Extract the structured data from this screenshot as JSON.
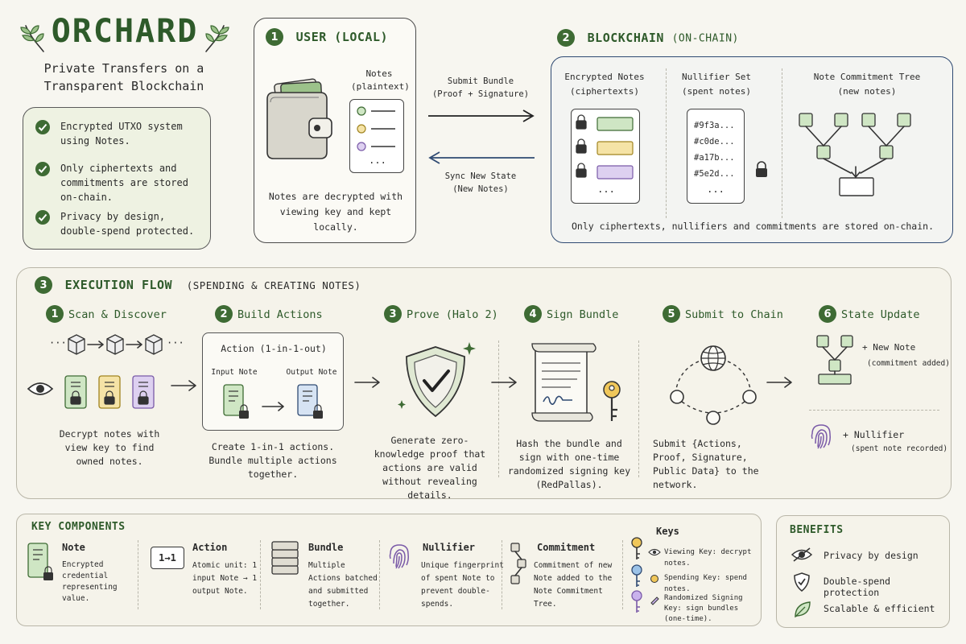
{
  "title": {
    "name": "ORCHARD",
    "subtitle_1": "Private Transfers on a",
    "subtitle_2": "Transparent Blockchain"
  },
  "features": [
    "Encrypted UTXO system using Notes.",
    "Only ciphertexts and commitments are stored on-chain.",
    "Privacy by design, double-spend protected."
  ],
  "user": {
    "num": "1",
    "label": "USER (LOCAL)",
    "notes_1": "Notes",
    "notes_2": "(plaintext)",
    "ellipsis": "...",
    "caption": "Notes are decrypted with viewing key and kept locally."
  },
  "arrows": {
    "submit_1": "Submit Bundle",
    "submit_2": "(Proof + Signature)",
    "sync_1": "Sync New State",
    "sync_2": "(New Notes)"
  },
  "chain": {
    "num": "2",
    "label": "BLOCKCHAIN",
    "label_paren": "(ON-CHAIN)",
    "enc_1": "Encrypted Notes",
    "enc_2": "(ciphertexts)",
    "null_1": "Nullifier Set",
    "null_2": "(spent notes)",
    "nullifiers": [
      "#9f3a...",
      "#c0de...",
      "#a17b...",
      "#5e2d..."
    ],
    "tree_1": "Note Commitment Tree",
    "tree_2": "(new notes)",
    "ellipsis": "...",
    "caption": "Only ciphertexts, nullifiers and commitments are stored on-chain."
  },
  "flow": {
    "num": "3",
    "label": "EXECUTION FLOW",
    "label_paren": "(SPENDING & CREATING NOTES)",
    "steps": [
      {
        "num": "1",
        "title": "Scan & Discover",
        "desc": "Decrypt notes with view key to find owned notes."
      },
      {
        "num": "2",
        "title": "Build Actions",
        "desc": "Create 1-in-1 actions. Bundle multiple actions together."
      },
      {
        "num": "3",
        "title": "Prove (Halo 2)",
        "desc": "Generate zero-knowledge proof that actions are valid without revealing details."
      },
      {
        "num": "4",
        "title": "Sign Bundle",
        "desc": "Hash the bundle and sign with one-time randomized signing key (RedPallas)."
      },
      {
        "num": "5",
        "title": "Submit to Chain",
        "desc": "Submit {Actions, Proof, Signature, Public Data} to the network."
      },
      {
        "num": "6",
        "title": "State Update",
        "desc": ""
      }
    ],
    "action_title": "Action (1-in-1-out)",
    "input_note": "Input Note",
    "output_note": "Output Note",
    "chain_dots_left": "···",
    "chain_dots_right": "···",
    "new_note": "+ New Note",
    "new_note_sub": "(commitment added)",
    "nullifier": "+ Nullifier",
    "nullifier_sub": "(spent note recorded)"
  },
  "components": {
    "label": "KEY COMPONENTS",
    "items": [
      {
        "name": "Note",
        "desc": "Encrypted credential representing value."
      },
      {
        "name": "Action",
        "icon_text": "1→1",
        "desc": "Atomic unit: 1 input Note → 1 output Note."
      },
      {
        "name": "Bundle",
        "desc": "Multiple Actions batched and submitted together."
      },
      {
        "name": "Nullifier",
        "desc": "Unique fingerprint of spent Note to prevent double-spends."
      },
      {
        "name": "Commitment",
        "desc": "Commitment of new Note added to the Note Commitment Tree."
      }
    ],
    "keys_label": "Keys",
    "keys": [
      "Viewing Key: decrypt notes.",
      "Spending Key: spend notes.",
      "Randomized Signing Key: sign bundles (one-time)."
    ]
  },
  "benefits": {
    "label": "BENEFITS",
    "items": [
      "Privacy by design",
      "Double-spend protection",
      "Scalable & efficient"
    ]
  },
  "colors": {
    "accent": "#3e6b34",
    "chain_border": "#2f4a72",
    "note_green": "#cfe6c4",
    "note_yellow": "#f5e3a6",
    "note_purple": "#ddd0f0",
    "note_blue": "#d6e3f3",
    "bg": "#f7f6f0"
  }
}
